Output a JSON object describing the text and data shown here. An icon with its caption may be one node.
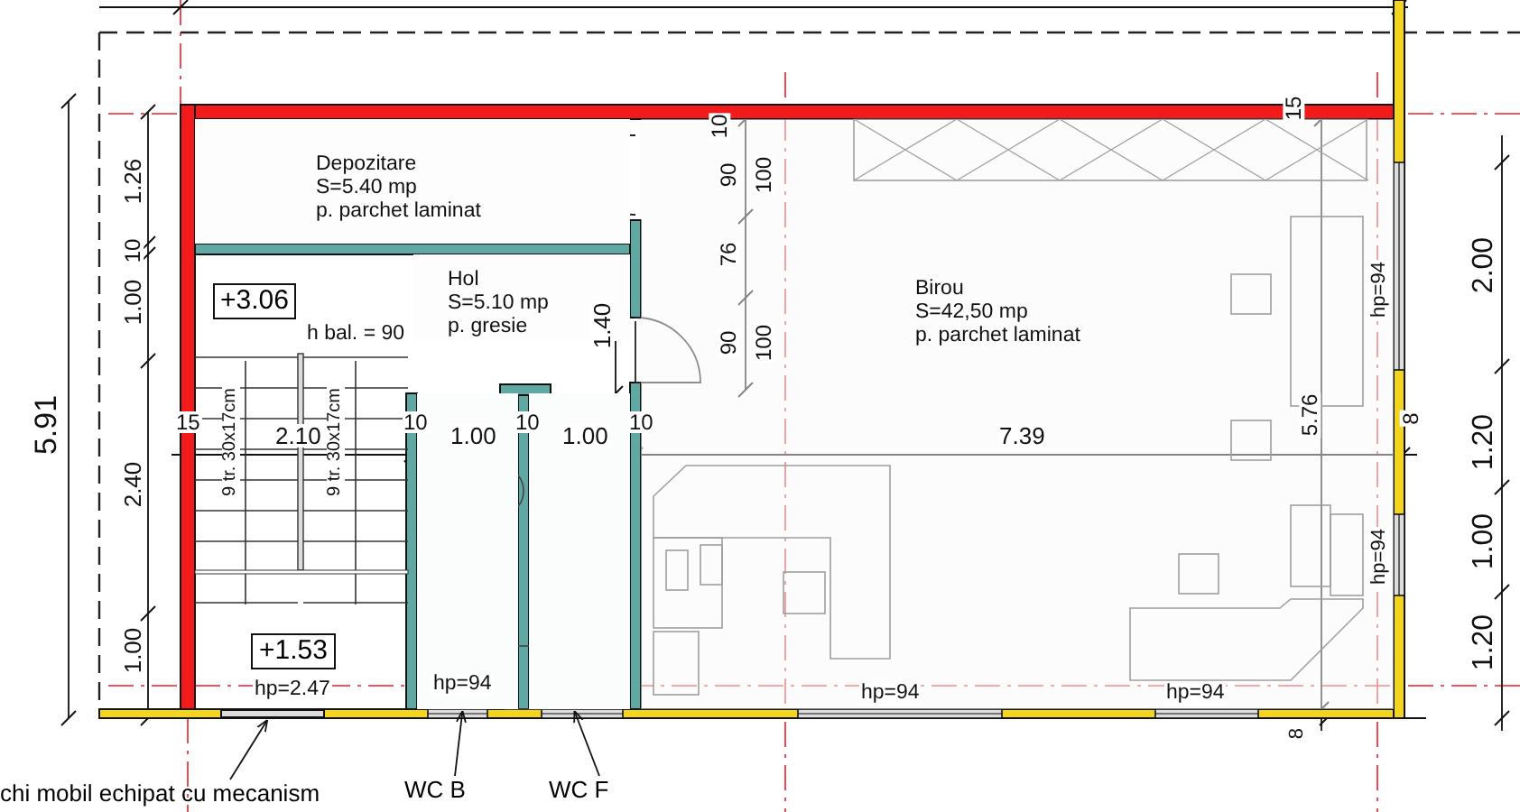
{
  "diagram": {
    "nodes": [
      {
        "text": [
          "Depozitare",
          "S=5.40 mp",
          "p. parchet laminat"
        ]
      },
      {
        "text": [
          "Hol",
          "S=5.10 mp",
          "p. gresie"
        ]
      },
      {
        "text": [
          "Birou",
          "S=42,50 mp",
          "p. parchet laminat"
        ]
      },
      {
        "text": [
          "chi mobil echipat cu mecanism"
        ]
      },
      {
        "text": [],
        "shape": "bar"
      },
      {
        "text": [
          "WC B"
        ]
      },
      {
        "text": [],
        "shape": "box"
      },
      {
        "text": [
          "WC F"
        ]
      },
      {
        "text": [],
        "shape": "box"
      },
      {
        "text": [
          "+3.06"
        ]
      },
      {
        "text": [
          "+1.53"
        ]
      }
    ],
    "edges": [
      {
        "from": 3,
        "to": 4,
        "arrow": "to"
      },
      {
        "from": 5,
        "to": 6,
        "arrow": "to"
      },
      {
        "from": 7,
        "to": 8,
        "arrow": "to"
      }
    ],
    "labels": [
      "5.91",
      "1.26",
      "10",
      "1.00",
      "2.40",
      "1.00",
      "10",
      "90",
      "100",
      "76",
      "90",
      "100",
      "15",
      "h bal. = 90",
      "1.40",
      "15",
      "2.10",
      "10",
      "1.00",
      "10",
      "1.00",
      "10",
      "9 tr. 30x17cm",
      "9 tr. 30x17cm",
      "7.39",
      "5.76",
      "8",
      "hp=94",
      "hp=94",
      "2.00",
      "1.20",
      "1.00",
      "1.20",
      "hp=2.47",
      "hp=94",
      "hp=94",
      "hp=94",
      "8"
    ]
  }
}
